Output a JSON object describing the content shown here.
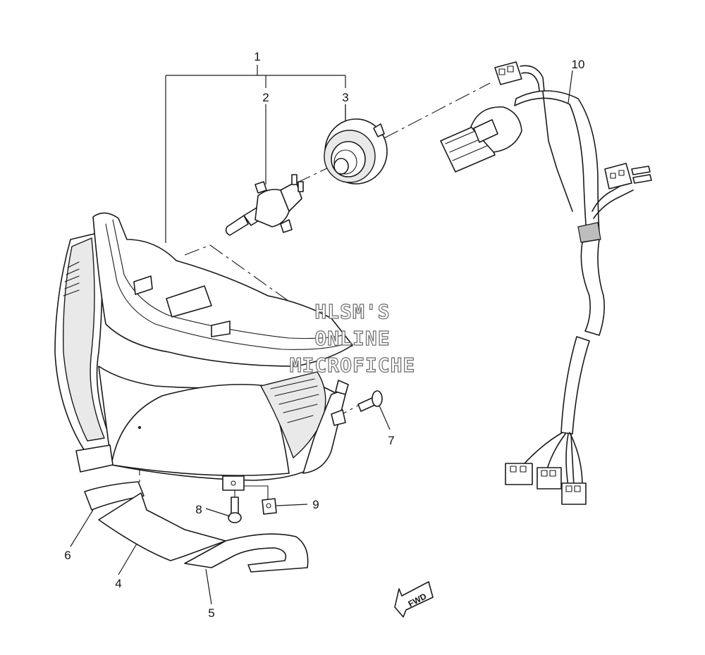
{
  "callouts": {
    "c1": "1",
    "c2": "2",
    "c3": "3",
    "c4": "4",
    "c5": "5",
    "c6": "6",
    "c7": "7",
    "c8": "8",
    "c9": "9",
    "c10": "10"
  },
  "watermark": {
    "line1": "HLSM'S",
    "line2": "ONLINE",
    "line3": "MICROFICHE"
  },
  "direction_label": "FWD"
}
